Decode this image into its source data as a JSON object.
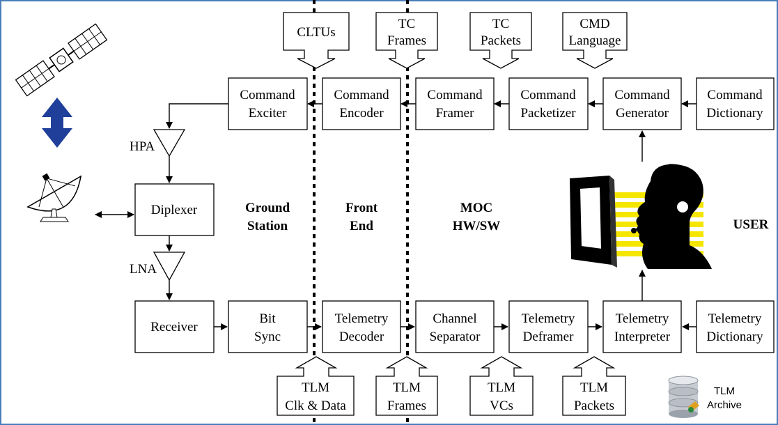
{
  "top_inputs": {
    "cltus": [
      "CLTUs"
    ],
    "tc_frames": [
      "TC",
      "Frames"
    ],
    "tc_packets": [
      "TC",
      "Packets"
    ],
    "cmd_language": [
      "CMD",
      "Language"
    ]
  },
  "command_chain": {
    "exciter": [
      "Command",
      "Exciter"
    ],
    "encoder": [
      "Command",
      "Encoder"
    ],
    "framer": [
      "Command",
      "Framer"
    ],
    "packetizer": [
      "Command",
      "Packetizer"
    ],
    "generator": [
      "Command",
      "Generator"
    ],
    "dictionary": [
      "Command",
      "Dictionary"
    ]
  },
  "rf": {
    "hpa": "HPA",
    "diplexer": "Diplexer",
    "lna": "LNA",
    "receiver": "Receiver"
  },
  "telemetry_chain": {
    "bit_sync": [
      "Bit",
      "Sync"
    ],
    "decoder": [
      "Telemetry",
      "Decoder"
    ],
    "separator": [
      "Channel",
      "Separator"
    ],
    "deframer": [
      "Telemetry",
      "Deframer"
    ],
    "interpreter": [
      "Telemetry",
      "Interpreter"
    ],
    "dictionary": [
      "Telemetry",
      "Dictionary"
    ]
  },
  "zones": {
    "ground_station": [
      "Ground",
      "Station"
    ],
    "front_end": [
      "Front",
      "End"
    ],
    "moc": [
      "MOC",
      "HW/SW"
    ],
    "user": "USER"
  },
  "bottom_inputs": {
    "clk_data": [
      "TLM",
      "Clk & Data"
    ],
    "tlm_frames": [
      "TLM",
      "Frames"
    ],
    "tlm_vcs": [
      "TLM",
      "VCs"
    ],
    "tlm_packets": [
      "TLM",
      "Packets"
    ]
  },
  "archive": [
    "TLM",
    "Archive"
  ],
  "colors": {
    "frame_border": "#4a7db8",
    "uplink_arrow": "#1f3f9a",
    "highlight": "#f5e600"
  }
}
